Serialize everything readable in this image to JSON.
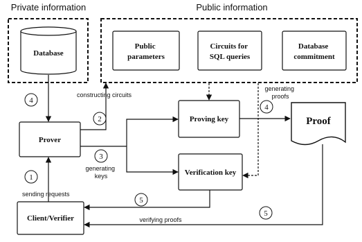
{
  "headers": {
    "private": "Private information",
    "public": "Public information"
  },
  "boxes": {
    "database": "Database",
    "public_parameters": [
      "Public",
      "parameters"
    ],
    "circuits": [
      "Circuits for",
      "SQL queries"
    ],
    "database_commitment": [
      "Database",
      "commitment"
    ],
    "prover": "Prover",
    "proving_key": "Proving key",
    "verification_key": "Verification key",
    "proof": "Proof",
    "client": "Client/Verifier"
  },
  "labels": {
    "constructing_circuits": "constructing circuits",
    "generating_keys": [
      "generating",
      "keys"
    ],
    "generating_proofs": [
      "generating",
      "proofs"
    ],
    "sending_requests": "sending requests",
    "verifying_proofs": "verifying proofs"
  },
  "steps": {
    "s1": "1",
    "s2": "2",
    "s3": "3",
    "s4_db": "4",
    "s4_proof": "4",
    "s5_vk": "5",
    "s5_proof": "5"
  },
  "colors": {
    "stroke": "#111111",
    "fill": "#ffffff",
    "text": "#111111"
  }
}
